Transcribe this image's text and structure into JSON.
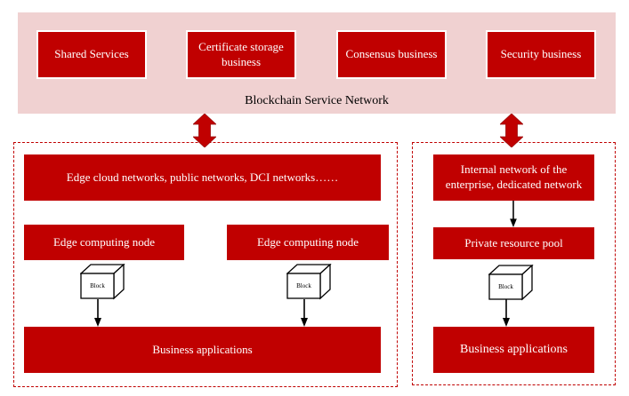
{
  "colors": {
    "accent_red": "#C00000",
    "band_pink": "#F0D1D1",
    "text_on_red": "#FFFFFF",
    "text_black": "#000000"
  },
  "top_band": {
    "label": "Blockchain Service Network",
    "services": [
      {
        "label": "Shared Services"
      },
      {
        "label": "Certificate storage business"
      },
      {
        "label": "Consensus business"
      },
      {
        "label": "Security business"
      }
    ]
  },
  "left_section": {
    "network_box": "Edge cloud networks, public networks, DCI networks……",
    "nodes": [
      {
        "label": "Edge computing node"
      },
      {
        "label": "Edge computing node"
      }
    ],
    "block_label": "Block",
    "bottom_box": "Business applications"
  },
  "right_section": {
    "network_box": "Internal network of the enterprise, dedicated network",
    "resource_box": "Private resource pool",
    "block_label": "Block",
    "bottom_box": "Business applications"
  }
}
